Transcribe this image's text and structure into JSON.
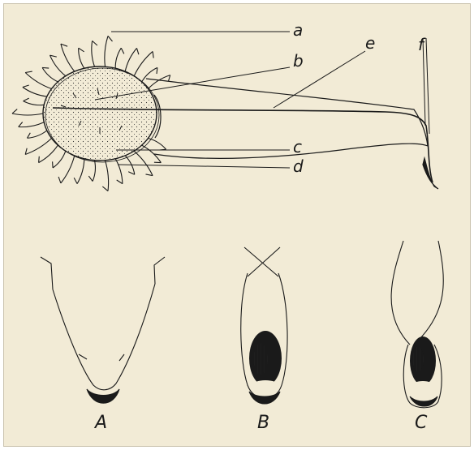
{
  "labels": {
    "a": "a",
    "b": "b",
    "c": "c",
    "d": "d",
    "e": "e",
    "f": "f"
  },
  "captions": {
    "A": "A",
    "B": "B",
    "C": "C"
  },
  "colors": {
    "paper": "#f2ebd6",
    "ink": "#1a1a1a"
  }
}
